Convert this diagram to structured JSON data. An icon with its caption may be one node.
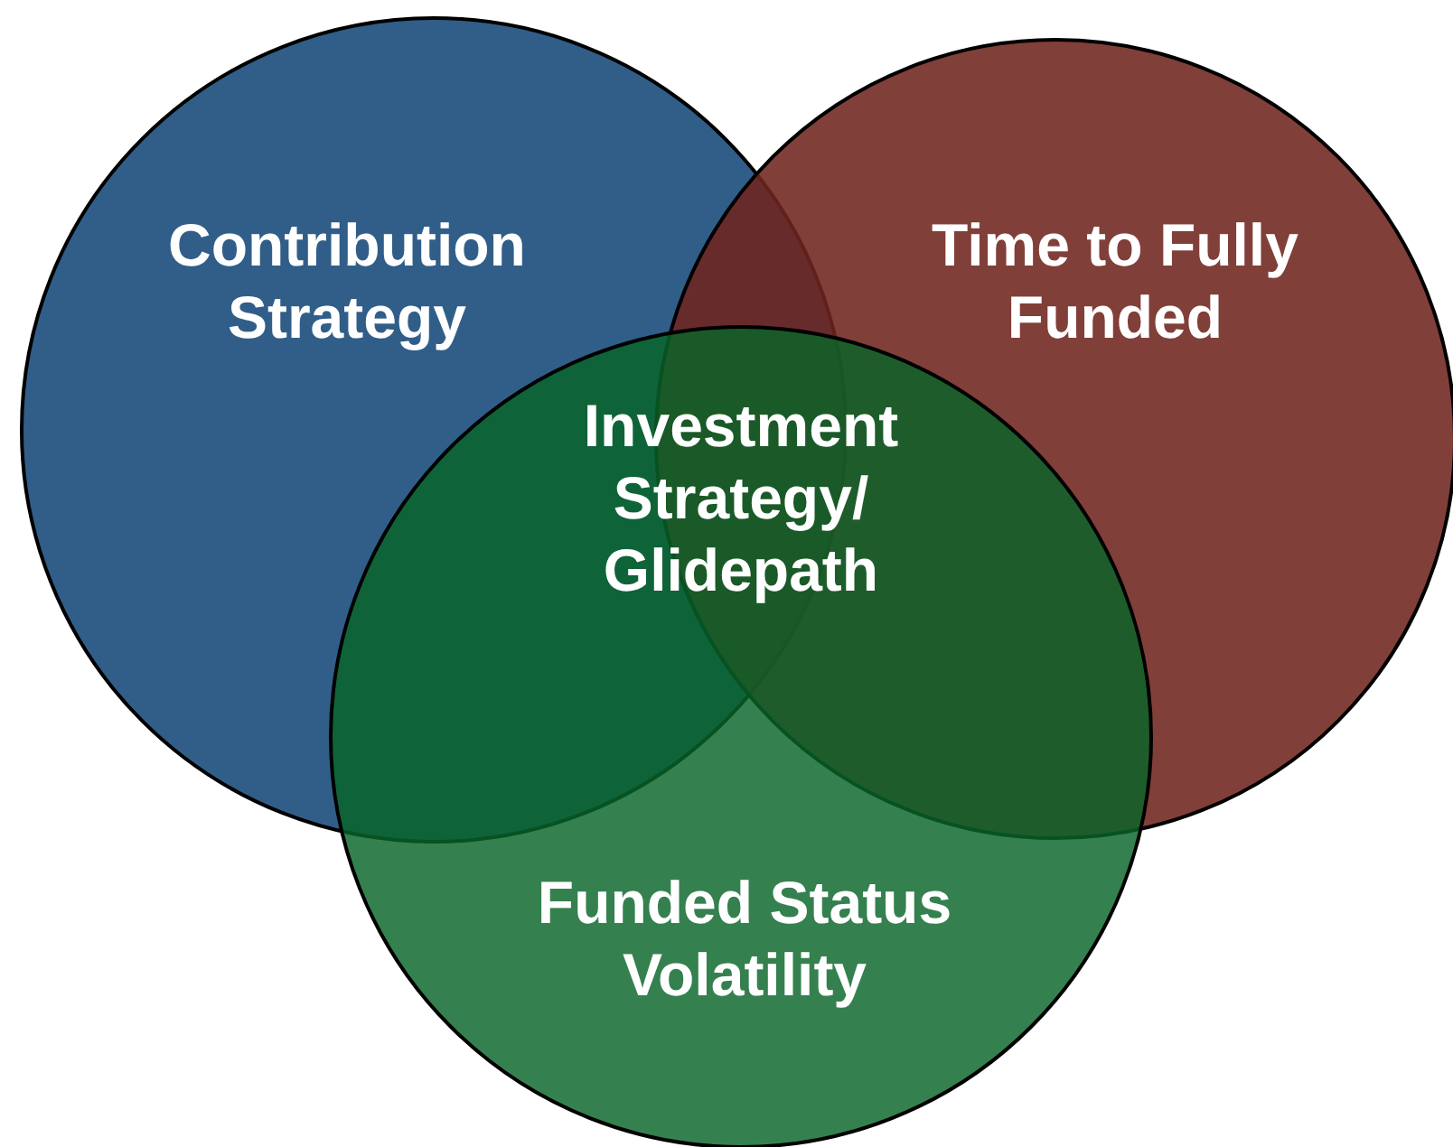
{
  "diagram": {
    "nodes": [
      {
        "text": [
          "Contribution Strategy"
        ]
      },
      {
        "text": [
          "Time to Fully Funded"
        ]
      },
      {
        "text": [
          "Funded Status Volatility"
        ]
      }
    ],
    "labels": [
      "Investment Strategy/ Glidepath"
    ]
  }
}
